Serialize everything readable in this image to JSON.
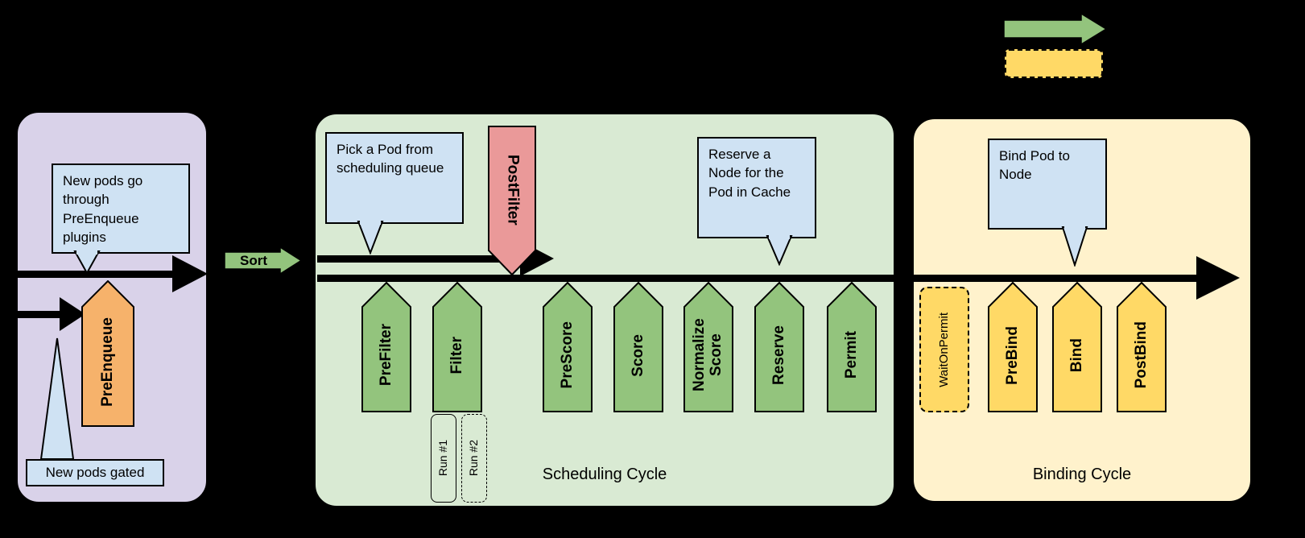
{
  "colors": {
    "background": "#000000",
    "queue_stage_bg": "#d9d2e9",
    "scheduling_stage_bg": "#d9ead3",
    "binding_stage_bg": "#fff2cc",
    "callout_bg": "#cfe2f3",
    "pre_enqueue_fill": "#f6b26b",
    "post_filter_fill": "#ea9999",
    "scheduling_plugin_fill": "#93c47d",
    "binding_plugin_fill": "#ffd966",
    "arrow_color": "#000000"
  },
  "queue": {
    "callout": "New pods go through PreEnqueue plugins",
    "gated_callout": "New pods gated",
    "pre_enqueue_label": "PreEnqueue"
  },
  "sort": {
    "label": "Sort"
  },
  "scheduling": {
    "title": "Scheduling Cycle",
    "pick_pod_callout": "Pick a Pod from scheduling queue",
    "reserve_callout": "Reserve a Node for the Pod in Cache",
    "post_filter_label": "PostFilter",
    "plugins": [
      "PreFilter",
      "Filter",
      "PreScore",
      "Score",
      "Normalize Score",
      "Reserve",
      "Permit"
    ],
    "runs": [
      "Run #1",
      "Run #2"
    ]
  },
  "binding": {
    "title": "Binding Cycle",
    "callout": "Bind Pod to Node",
    "wait_on_permit_label": "WaitOnPermit",
    "plugins": [
      "PreBind",
      "Bind",
      "PostBind"
    ]
  },
  "legend": {
    "solid_arrow_fill": "#93c47d",
    "dashed_box_fill": "#ffd966"
  }
}
